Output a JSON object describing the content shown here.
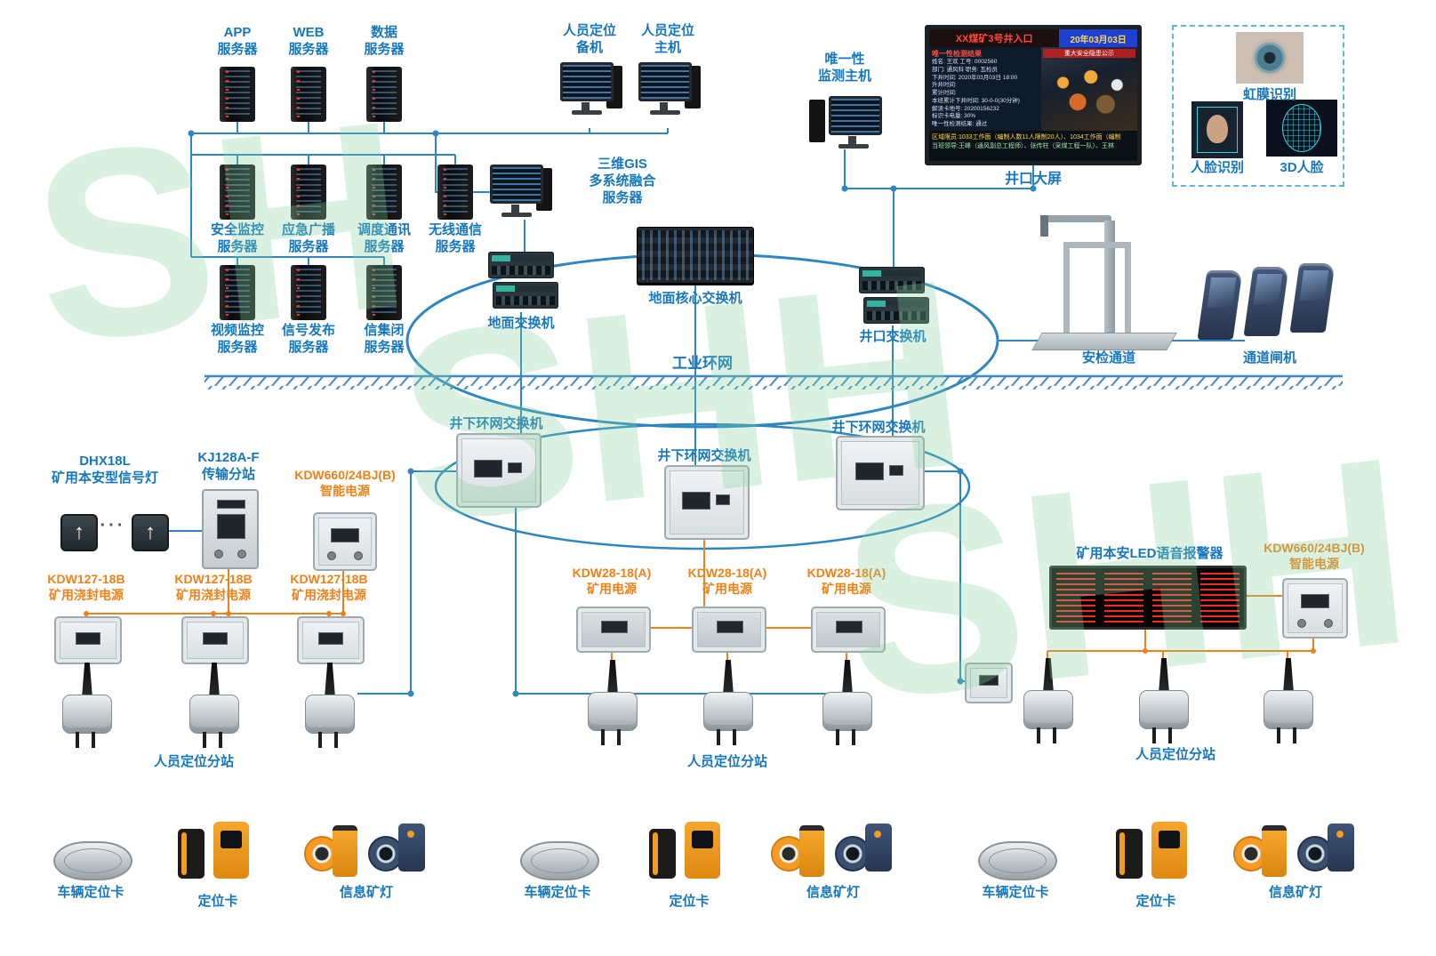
{
  "watermark": {
    "w1": "SH",
    "w2": "SHH",
    "w3": "SHH"
  },
  "servers": {
    "app": "APP\n服务器",
    "web": "WEB\n服务器",
    "data": "数据\n服务器",
    "security": "安全监控\n服务器",
    "broadcast": "应急广播\n服务器",
    "dispatch": "调度通讯\n服务器",
    "wireless": "无线通信\n服务器",
    "video": "视频监控\n服务器",
    "signal_pub": "信号发布\n服务器",
    "interlock": "信集闭\n服务器",
    "gis": "三维GIS\n多系统融合\n服务器"
  },
  "hosts": {
    "backup": "人员定位\n备机",
    "main": "人员定位\n主机",
    "unique": "唯一性\n监测主机"
  },
  "screen": {
    "title": "XX煤矿3号井入口",
    "date": "20年03月03日",
    "panel_title": "唯一性检测结果",
    "photo_caption": "重大安全隐患公示",
    "info_lines": [
      "姓名: 王欢      工号: 0002560",
      "部门: 通风科  职务: 瓦检员",
      "下井时间: 2020年03月03日 18:00",
      "升井时间:",
      "累计时间:",
      "本班累计下井时间: 30-0-0(30分钟)",
      "解读卡地号: 20200156232",
      "标识卡电量: 30%",
      "唯一性检测结果: 通过"
    ],
    "bottom_lines": [
      "区域限员:1033工作面（编制人数11人限制20人）、1034工作面（编制",
      "当班领导:王峰（通风副总工程师）、张传柱（采煤工程一队）、王林"
    ],
    "label": "井口大屏"
  },
  "biometric": {
    "iris": "虹膜识别",
    "face": "人脸识别",
    "face3d": "3D人脸"
  },
  "network": {
    "ground_switch": "地面交换机",
    "core_switch": "地面核心交换机",
    "wellhead_switch": "井口交换机",
    "security_channel": "安检通道",
    "gate_machine": "通道闸机",
    "industrial_ring": "工业环网",
    "underground_switch_left": "井下环网交换机",
    "underground_switch_mid": "井下环网交换机",
    "underground_switch_right": "井下环网交换机"
  },
  "ug_left": {
    "signal_light": "DHX18L\n矿用本安型信号灯",
    "dots": "···",
    "transmission": "KJ128A-F\n传输分站",
    "smart_power": "KDW660/24BJ(B)\n智能电源",
    "mold_power": "KDW127-18B\n矿用浇封电源",
    "substation": "人员定位分站"
  },
  "ug_mid": {
    "power": "KDW28-18(A)\n矿用电源",
    "substation": "人员定位分站"
  },
  "ug_right": {
    "led_alarm": "矿用本安LED语音报警器",
    "smart_power": "KDW660/24BJ(B)\n智能电源",
    "substation": "人员定位分站"
  },
  "bottom": {
    "vehicle_card": "车辆定位卡",
    "loc_card": "定位卡",
    "info_lamp": "信息矿灯"
  },
  "colors": {
    "line_blue": "#2e86c1",
    "line_orange": "#f08119",
    "label_blue": "#1677be",
    "label_orange": "#f08119"
  }
}
